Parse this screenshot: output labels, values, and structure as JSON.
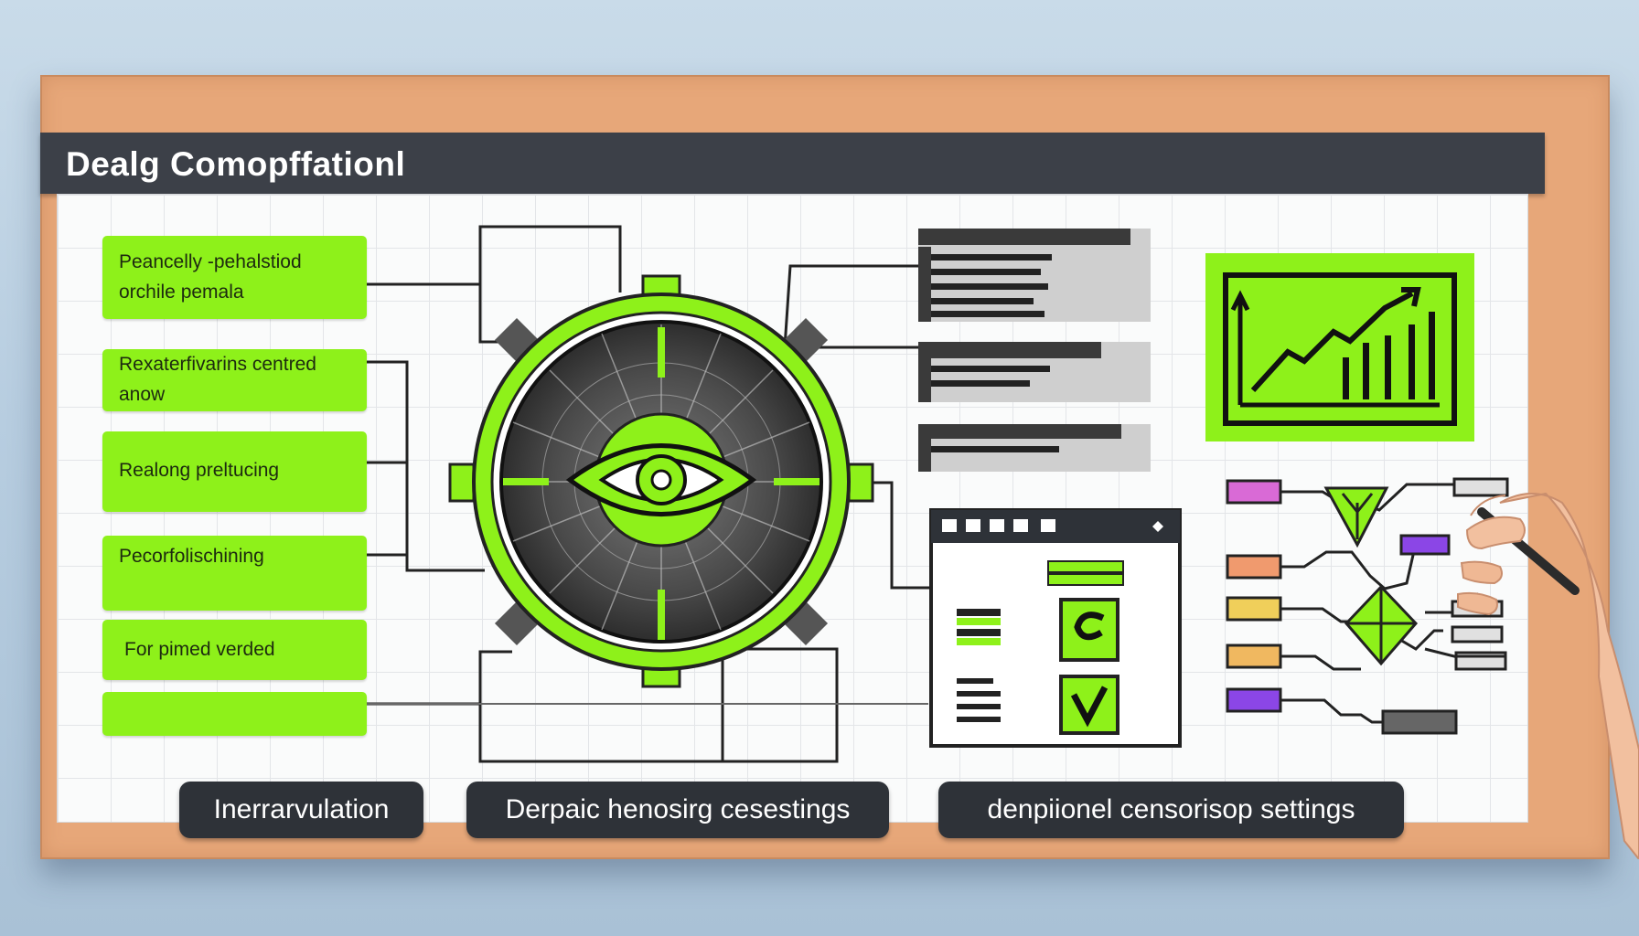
{
  "title": "Dealg Comopffationl",
  "left_boxes": [
    {
      "line1": "Peancelly -pehalstiod",
      "line2": "orchile pemala"
    },
    {
      "line1": "Rexaterfivarins centred",
      "line2": "anow"
    },
    {
      "line1": "Realong preltucing",
      "line2": ""
    },
    {
      "line1": "Pecorfolischining",
      "line2": ""
    },
    {
      "line1": "For pimed verded",
      "line2": ""
    },
    {
      "line1": "",
      "line2": ""
    }
  ],
  "bottom_buttons": [
    "Inerrarvulation",
    "Derpaic henosirg cesestings",
    "denpiionel censorisop settings"
  ],
  "colors": {
    "accent": "#8ef11a",
    "dark": "#2e3238",
    "title_bar": "#3c4048",
    "board": "#e7a779"
  },
  "icons": {
    "center": "eye-icon",
    "chart": "trend-chart-icon",
    "checklist": "checkbox-icon"
  }
}
